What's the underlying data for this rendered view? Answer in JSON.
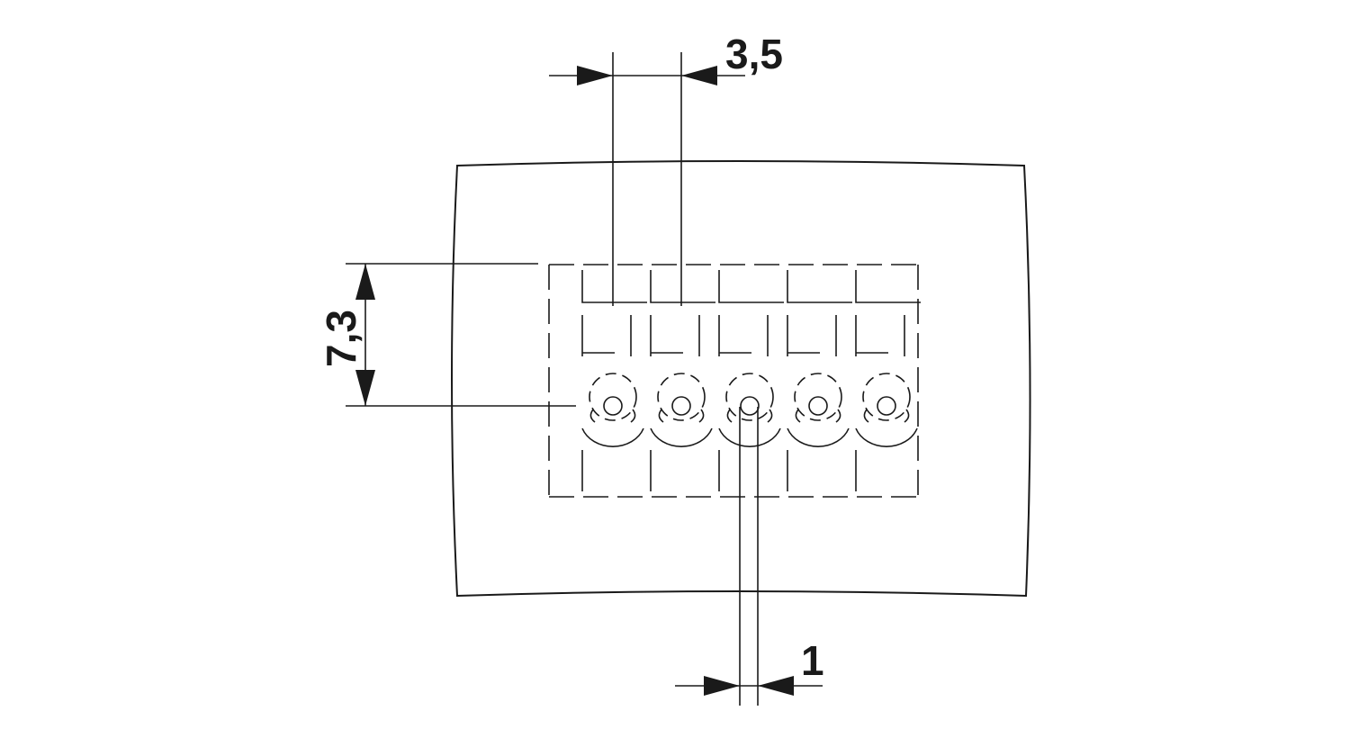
{
  "dimensions": {
    "pitch": "3,5",
    "row_offset": "7,3",
    "hole_diameter": "1"
  },
  "pin_count": 5,
  "colors": {
    "line": "#1a1a1a",
    "background": "#ffffff"
  }
}
